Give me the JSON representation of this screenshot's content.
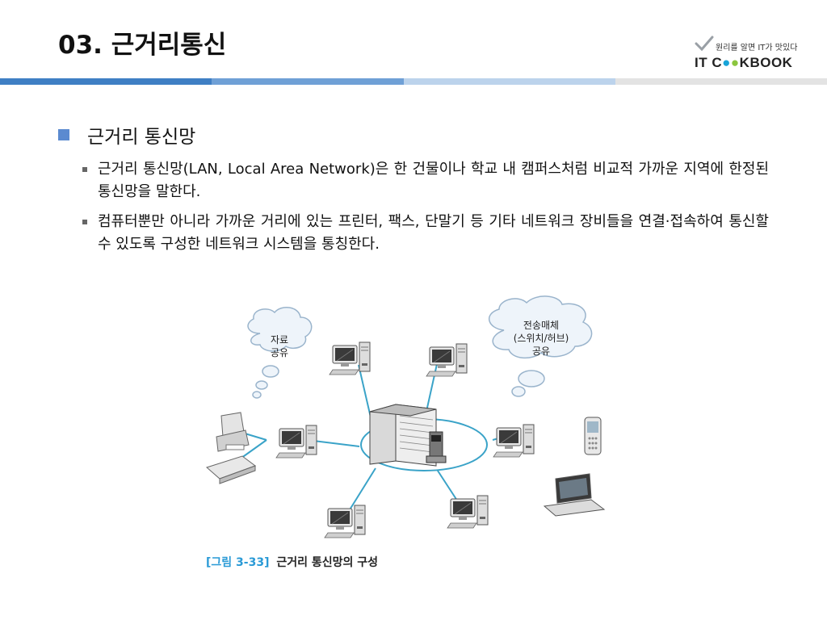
{
  "slide": {
    "title": "03. 근거리통신"
  },
  "logo": {
    "tagline": "원리를 알면 IT가 맛있다",
    "brand_prefix": "IT C",
    "brand_suffix": "KBOOK",
    "check_icon": "check-icon",
    "accent_colors": [
      "#18a4d8",
      "#8cc63f"
    ]
  },
  "bullets": {
    "heading": "근거리 통신망",
    "items": [
      "근거리 통신망(LAN, Local Area Network)은 한 건물이나 학교 내 캠퍼스처럼 비교적 가까운 지역에 한정된 통신망을 말한다.",
      "컴퓨터뿐만 아니라 가까운 거리에 있는 프린터, 팩스, 단말기 등 기타 네트워크 장비들을 연결·접속하여 통신할 수 있도록 구성한 네트워크 시스템을 통칭한다."
    ]
  },
  "diagram": {
    "cloud_left": [
      "자료",
      "공유"
    ],
    "cloud_right": [
      "전송매체",
      "(스위치/허브)",
      "공유"
    ]
  },
  "caption": {
    "number": "[그림 3-33]",
    "title": "근거리 통신망의 구성"
  },
  "colors": {
    "bar": [
      "#3f7fc4",
      "#6fa0d6",
      "#bcd3ec",
      "#e3e3e3"
    ],
    "link_line": "#3aa3c8",
    "caption_number": "#2a9ad6"
  }
}
